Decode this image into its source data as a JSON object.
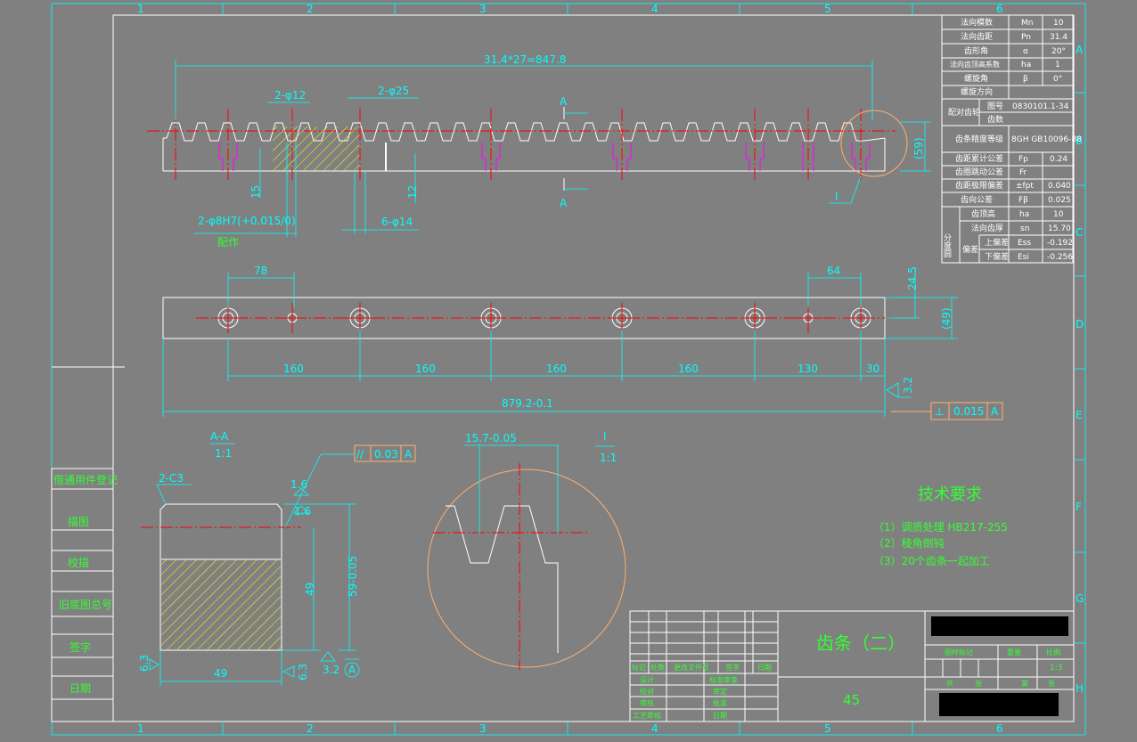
{
  "border": {
    "col_labels": [
      "1",
      "2",
      "3",
      "4",
      "5",
      "6"
    ],
    "row_labels": [
      "A",
      "B",
      "C",
      "D",
      "E",
      "F",
      "G",
      "H"
    ]
  },
  "front_view": {
    "overall_dim": "31.4*27=847.8",
    "dim_hole12": "2-φ12",
    "dim_hole25": "2-φ25",
    "dim_pin": "2-φ8H7(+0.015/0)",
    "pin_note": "配作",
    "dim_hole14": "6-φ14",
    "dim_15": "15",
    "dim_12": "12",
    "dim_59": "(59)",
    "section_mark": "A",
    "detail_ref": "I"
  },
  "top_view": {
    "dim_78": "78",
    "dim_64": "64",
    "dim_245": "24.5",
    "dim_49": "(49)",
    "spacings": [
      "160",
      "160",
      "160",
      "160",
      "130",
      "30"
    ],
    "overall": "879.2-0.1",
    "rough_32": "3.2",
    "perp_tol": {
      "symbol": "⊥",
      "value": "0.015",
      "datum": "A"
    }
  },
  "section": {
    "title": "A-A",
    "scale": "1:1",
    "chamfer": "2-C3",
    "width": "49",
    "height_49": "49",
    "height_59": "59-0.05",
    "rough": [
      "1.6",
      "1.6",
      "6.3",
      "6.3",
      "3.2"
    ],
    "datum": "A",
    "parallel_tol": {
      "symbol": "//",
      "value": "0.03",
      "datum": "A"
    }
  },
  "detail": {
    "title": "I",
    "scale": "1:1",
    "dim": "15.7-0.05"
  },
  "tech_req": {
    "title": "技术要求",
    "items": [
      "（1）调质处理 HB217-255",
      "（2）稜角倒钝",
      "（3）20个齿条一起加工"
    ]
  },
  "param_table": [
    {
      "name": "法向模数",
      "sym": "Mn",
      "val": "10"
    },
    {
      "name": "法向齿距",
      "sym": "Pn",
      "val": "31.4"
    },
    {
      "name": "齿形角",
      "sym": "α",
      "val": "20°"
    },
    {
      "name": "法向齿顶高系数",
      "sym": "ha",
      "val": "1"
    },
    {
      "name": "螺旋角",
      "sym": "β",
      "val": "0°"
    },
    {
      "name": "螺旋方向",
      "sym": "",
      "val": ""
    }
  ],
  "mating": {
    "label": "配对齿轮",
    "drawing_no_label": "图号",
    "drawing_no": "0830101.1-34",
    "teeth_label": "齿数"
  },
  "accuracy": {
    "label": "齿条精度等级",
    "val": "8GH GB10096-88"
  },
  "tolerance_rows": [
    {
      "name": "齿距累计公差",
      "sym": "Fp",
      "val": "0.24"
    },
    {
      "name": "齿圈跳动公差",
      "sym": "Fr",
      "val": ""
    },
    {
      "name": "齿距极限偏差",
      "sym": "±fpt",
      "val": "0.040"
    },
    {
      "name": "齿向公差",
      "sym": "Fβ",
      "val": "0.025"
    }
  ],
  "thickness": {
    "side_label": "分度圆",
    "row1": {
      "name": "齿顶高",
      "sym": "ha",
      "val": "10"
    },
    "row2": {
      "name": "法向齿厚",
      "sym": "sn",
      "val": "15.70"
    },
    "dev_label": "偏差",
    "upper": {
      "name": "上偏差",
      "sym": "Ess",
      "val": "-0.192"
    },
    "lower": {
      "name": "下偏差",
      "sym": "Esi",
      "val": "-0.256"
    }
  },
  "left_strip": [
    "借通用件登记",
    "描图",
    "校描",
    "旧底图总号",
    "签字",
    "日期"
  ],
  "title_block": {
    "part_name": "齿条（二）",
    "material": "45",
    "rev_headers": [
      "标记",
      "处数",
      "更改文件号",
      "签字",
      "日期"
    ],
    "roles": [
      "设计",
      "校对",
      "审核",
      "工艺审核"
    ],
    "roles2": [
      "标准审查",
      "审定",
      "批准",
      "日期"
    ],
    "stage_label": "图样标记",
    "weight_label": "重量",
    "scale_label": "比例",
    "scale": "1:3",
    "sheet_total_label": "共",
    "sheet_label": "张",
    "sheet_no_label": "第",
    "sheet_no_suffix": "张"
  }
}
